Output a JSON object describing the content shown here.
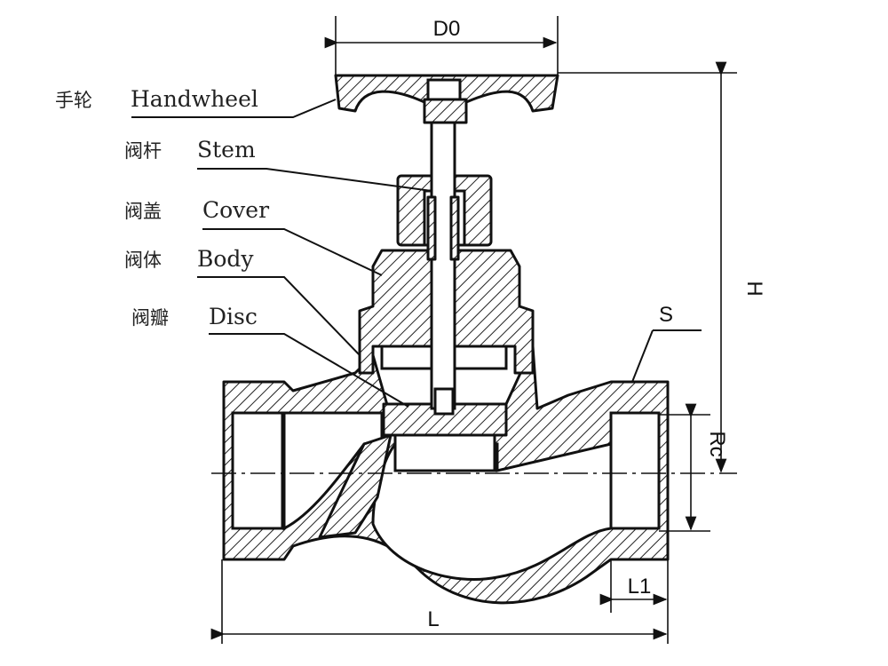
{
  "title": "Globe valve structure diagram",
  "parts": [
    {
      "cn": "手轮",
      "en": "Handwheel"
    },
    {
      "cn": "阀杆",
      "en": "Stem"
    },
    {
      "cn": "阀盖",
      "en": "Cover"
    },
    {
      "cn": "阀体",
      "en": "Body"
    },
    {
      "cn": "阀瓣",
      "en": "Disc"
    }
  ],
  "dimensions": {
    "handwheel_diameter": "D0",
    "height": "H",
    "wrench_size": "S",
    "thread": "Rc",
    "length": "L",
    "thread_length": "L1"
  },
  "colors": {
    "line": "#111111",
    "background": "#ffffff"
  }
}
